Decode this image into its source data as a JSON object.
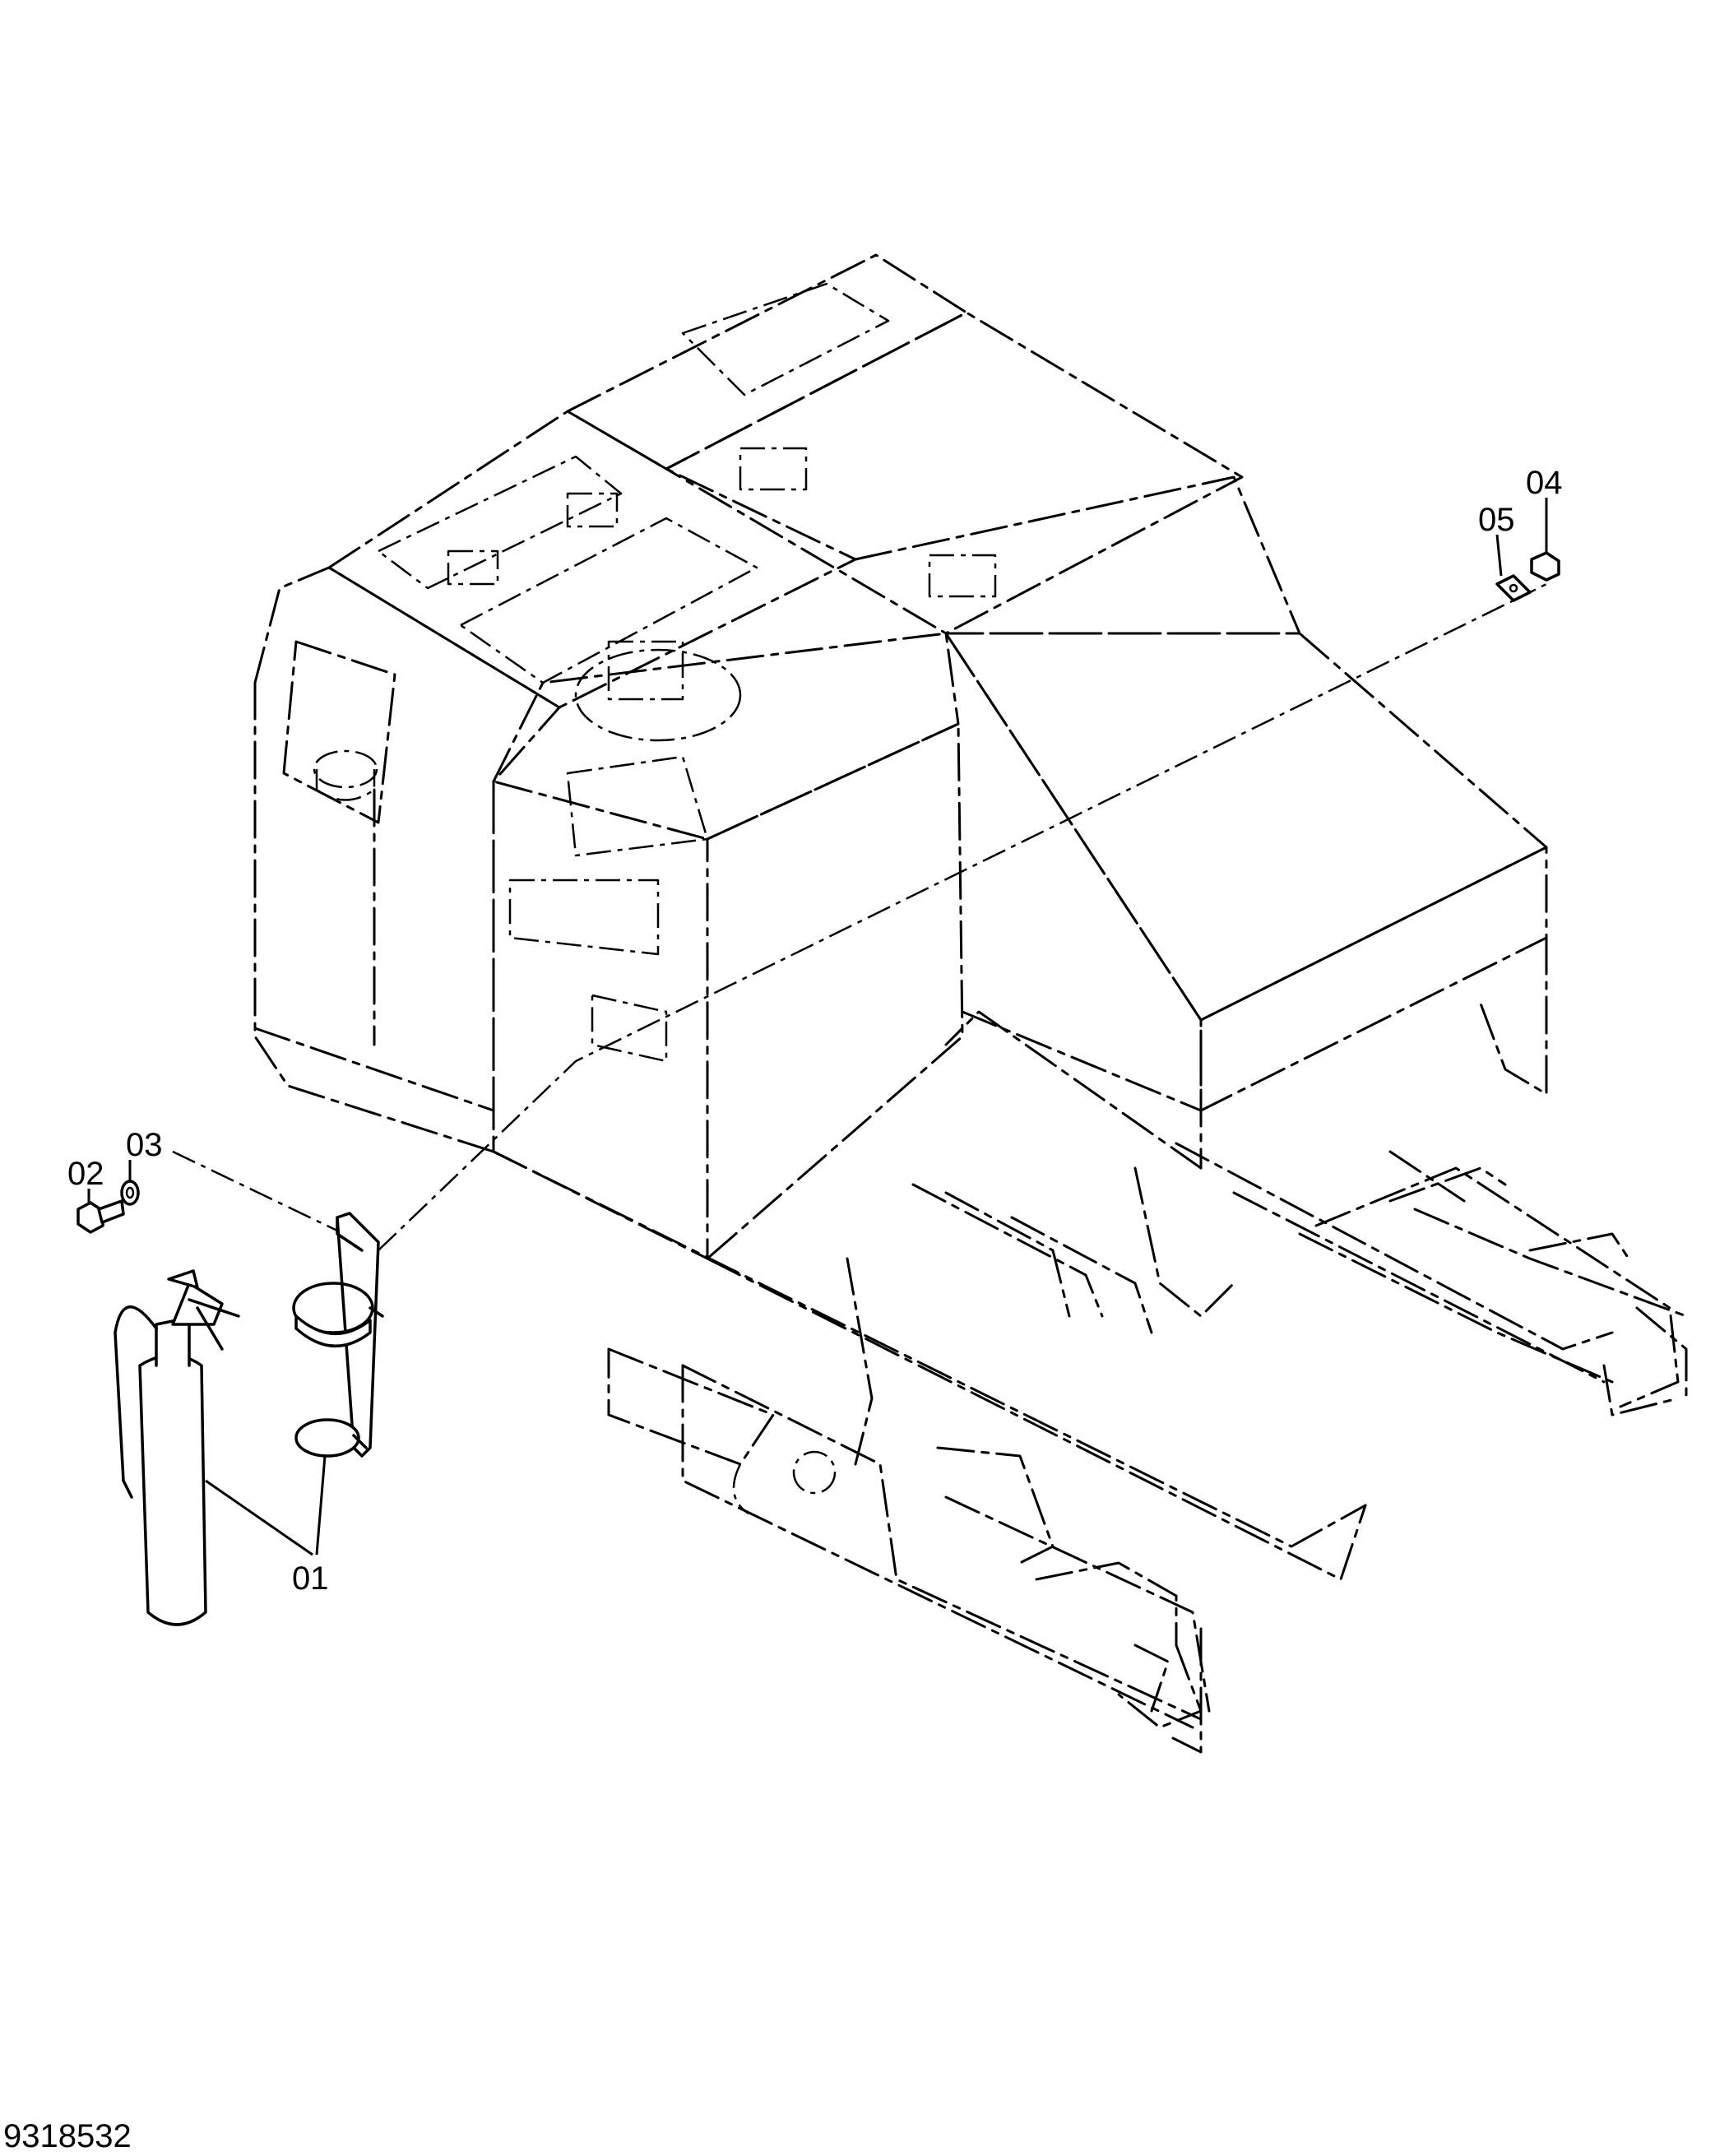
{
  "callouts": {
    "c01": "01",
    "c02": "02",
    "c03": "03",
    "c04": "04",
    "c05": "05"
  },
  "document_number": "9318532"
}
